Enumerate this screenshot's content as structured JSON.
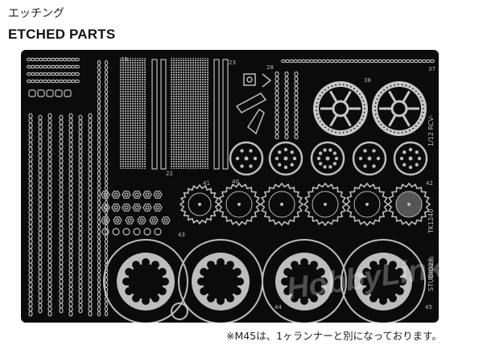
{
  "header": {
    "title_jp": "エッチング",
    "title_en": "ETCHED PARTS"
  },
  "sheet": {
    "part_numbers": [
      "19",
      "22",
      "23",
      "28",
      "37",
      "38",
      "40",
      "41",
      "42",
      "43",
      "44",
      "45"
    ],
    "side_labels": [
      "1/12 RCV-",
      "TK1240",
      "STUDIO27"
    ],
    "watermark": "HobbyLink"
  },
  "footer": {
    "note": "※M45は、1ヶランナーと別になっております。"
  },
  "colors": {
    "sheet": "#0b0b0b",
    "metal": "#b8b8b8",
    "text": "#222222"
  }
}
